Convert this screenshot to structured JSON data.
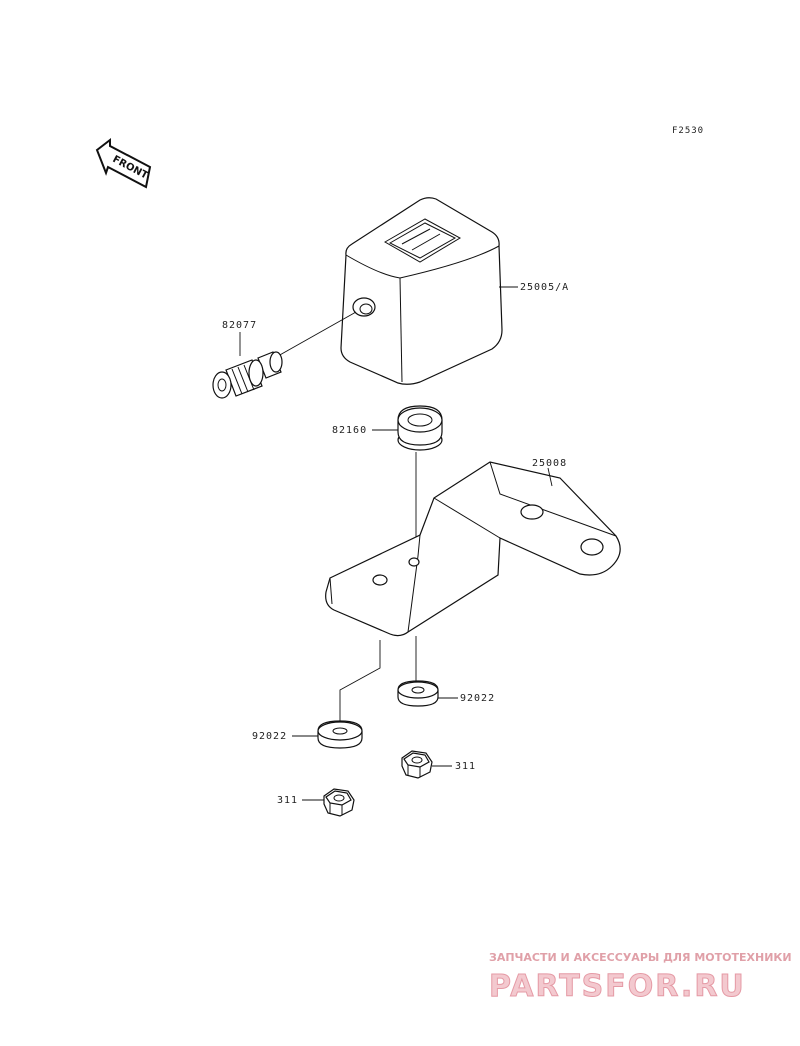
{
  "figure_code": "F2530",
  "front_arrow_label": "FRONT",
  "parts": {
    "speedometer_housing": "25005/A",
    "cable_fitting": "82077",
    "grommet": "82160",
    "bracket": "25008",
    "washer_right": "92022",
    "washer_left": "92022",
    "nut_right": "311",
    "nut_left": "311"
  },
  "watermark": {
    "subtitle": "ЗАПЧАСТИ И АКСЕССУАРЫ ДЛЯ МОТОТЕХНИКИ",
    "brand": "PARTSFOR.RU"
  },
  "colors": {
    "line": "#111111",
    "background": "#ffffff",
    "watermark_fill": "#f3c9cf",
    "watermark_stroke": "#e59aa5"
  }
}
